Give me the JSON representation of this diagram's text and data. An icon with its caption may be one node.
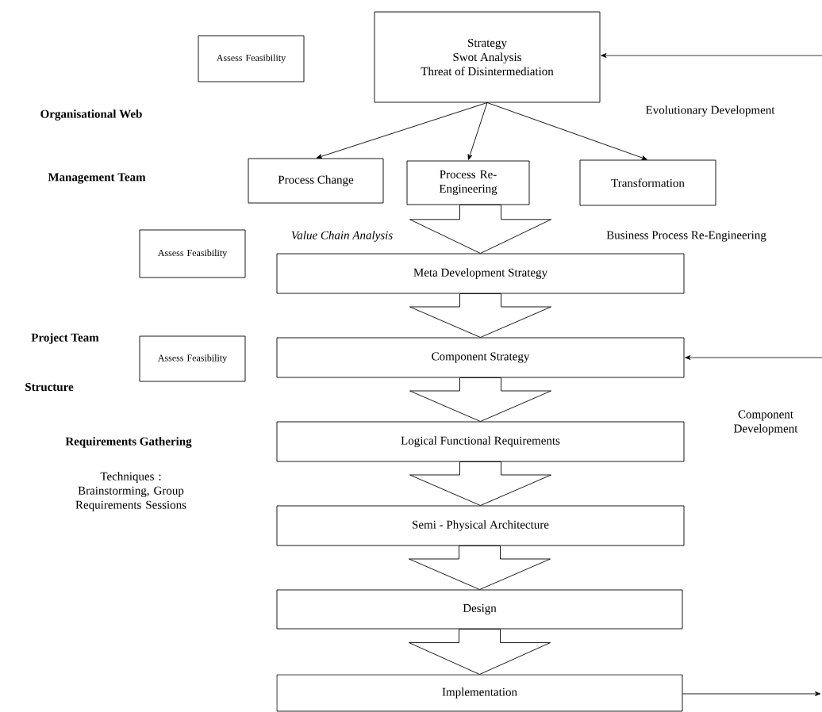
{
  "diagram": {
    "nodes": [
      {
        "text": [
          "Strategy",
          "Swot Analysis",
          "Threat of Disintermediation"
        ]
      },
      {
        "text": [
          "Assess Feasibility"
        ]
      },
      {
        "text": [
          "Process Change"
        ]
      },
      {
        "text": [
          "Process Re-Engineering"
        ]
      },
      {
        "text": [
          "Transformation"
        ]
      },
      {
        "text": [
          "Assess Feasibility"
        ]
      },
      {
        "text": [
          "Meta Development Strategy"
        ]
      },
      {
        "text": [
          "Assess Feasibility"
        ]
      },
      {
        "text": [
          "Component Strategy"
        ]
      },
      {
        "text": [
          "Logical Functional Requirements"
        ]
      },
      {
        "text": [
          "Semi - Physical Architecture"
        ]
      },
      {
        "text": [
          "Design"
        ]
      },
      {
        "text": [
          "Implementation"
        ]
      }
    ],
    "edges": [
      {
        "from": 0,
        "to": 2,
        "arrow": "to"
      },
      {
        "from": 0,
        "to": 3,
        "arrow": "to"
      },
      {
        "from": 0,
        "to": 4,
        "arrow": "to"
      },
      {
        "from": 3,
        "to": 6,
        "arrow": "to",
        "style": "thick"
      },
      {
        "from": 6,
        "to": 8,
        "arrow": "to",
        "style": "thick"
      },
      {
        "from": 8,
        "to": 9,
        "arrow": "to",
        "style": "thick"
      },
      {
        "from": 9,
        "to": 10,
        "arrow": "to",
        "style": "thick"
      },
      {
        "from": 10,
        "to": 11,
        "arrow": "to",
        "style": "thick"
      },
      {
        "from": 11,
        "to": 12,
        "arrow": "to",
        "style": "thick"
      },
      {
        "from": null,
        "to": 0,
        "arrow": "to"
      },
      {
        "from": null,
        "to": 8,
        "arrow": "to"
      },
      {
        "from": 12,
        "to": null,
        "arrow": "to"
      }
    ],
    "labels": [
      "Evolutionary Development",
      "Organisational Web",
      "Management Team",
      "Value Chain Analysis",
      "Business Process Re-Engineering",
      "Project Team",
      "Structure",
      "Component Development",
      "Requirements Gathering",
      "Techniques : Brainstorming, Group Requirements Sessions"
    ]
  }
}
